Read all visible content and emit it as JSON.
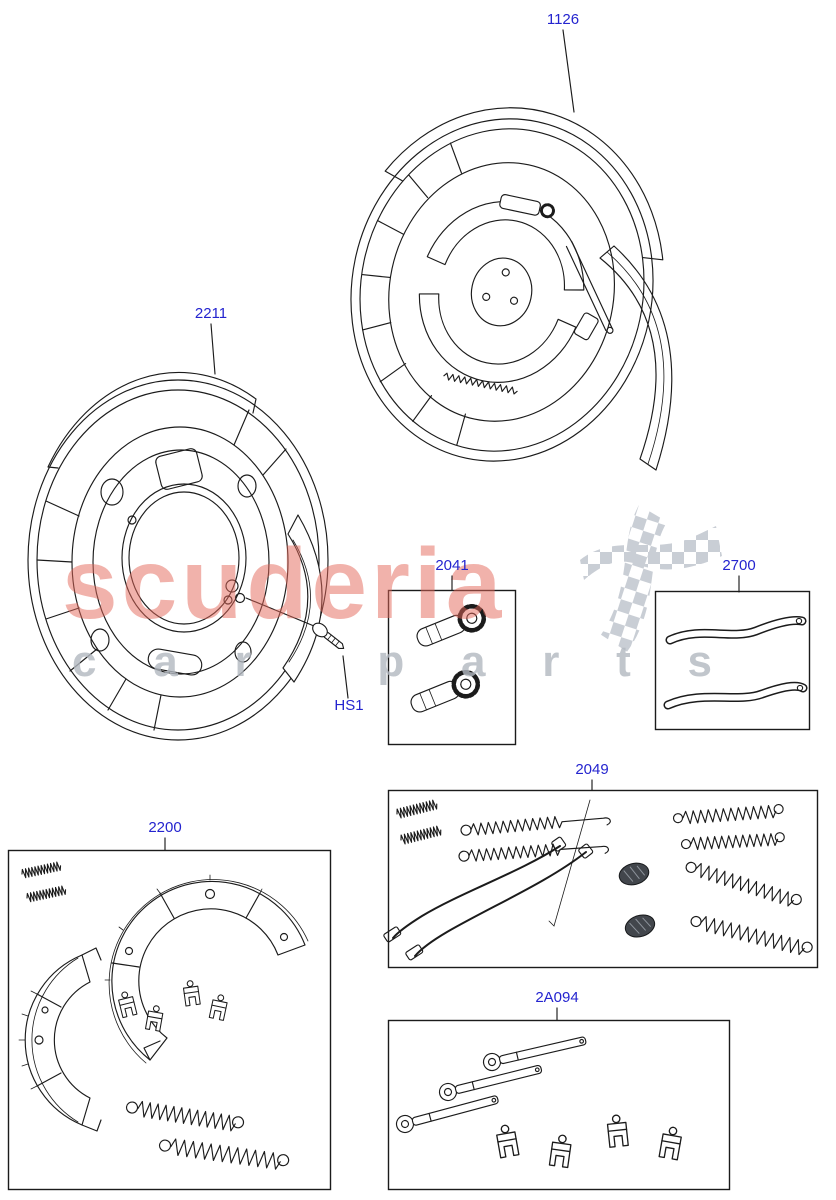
{
  "page": {
    "background": "#ffffff"
  },
  "colors": {
    "callout": "#2424cf",
    "line": "#1b1b1b",
    "watermark_primary": "#e4685a",
    "watermark_secondary": "#b2b8c0"
  },
  "watermark": {
    "primary": "scuderia",
    "secondary": "car parts"
  },
  "callouts": {
    "dust_shield": {
      "label": "1126"
    },
    "backing_plate": {
      "label": "2211"
    },
    "adjuster_kit": {
      "label": "2041"
    },
    "fixing_screw": {
      "label": "HS1"
    },
    "lever_kit": {
      "label": "2700"
    },
    "spring_cable_kit": {
      "label": "2049"
    },
    "brake_shoe_kit": {
      "label": "2200"
    },
    "pin_clip_kit": {
      "label": "2A094"
    }
  }
}
